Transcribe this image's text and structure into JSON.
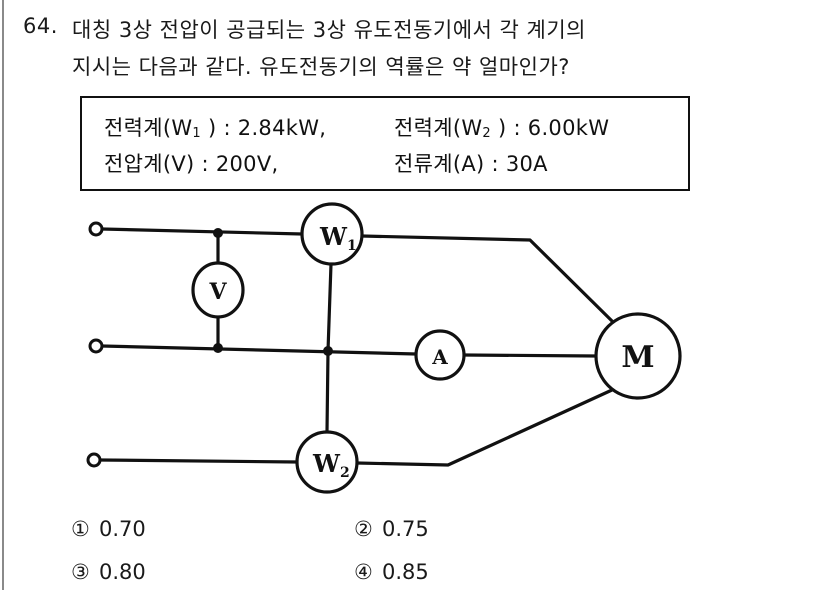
{
  "question": {
    "number": "64.",
    "line1": "대칭 3상 전압이 공급되는 3상 유도전동기에서 각 계기의",
    "line2": "지시는 다음과 같다. 유도전동기의 역률은 약 얼마인가?"
  },
  "readings": {
    "w1": {
      "label": "전력계(W",
      "sub": "1",
      "suffix": " ) : 2.84kW,"
    },
    "w2": {
      "label": "전력계(W",
      "sub": "2",
      "suffix": " ) : 6.00kW"
    },
    "v": {
      "text": "전압계(V) : 200V,"
    },
    "a": {
      "text": "전류계(A) : 30A"
    }
  },
  "diagram": {
    "meters": {
      "w1": {
        "letter": "W",
        "sub": "1"
      },
      "w2": {
        "letter": "W",
        "sub": "2"
      },
      "v": {
        "letter": "V"
      },
      "a": {
        "letter": "A"
      },
      "motor": {
        "letter": "M"
      }
    }
  },
  "choices": [
    {
      "num": "①",
      "value": "0.70"
    },
    {
      "num": "②",
      "value": "0.75"
    },
    {
      "num": "③",
      "value": "0.80"
    },
    {
      "num": "④",
      "value": "0.85"
    }
  ]
}
